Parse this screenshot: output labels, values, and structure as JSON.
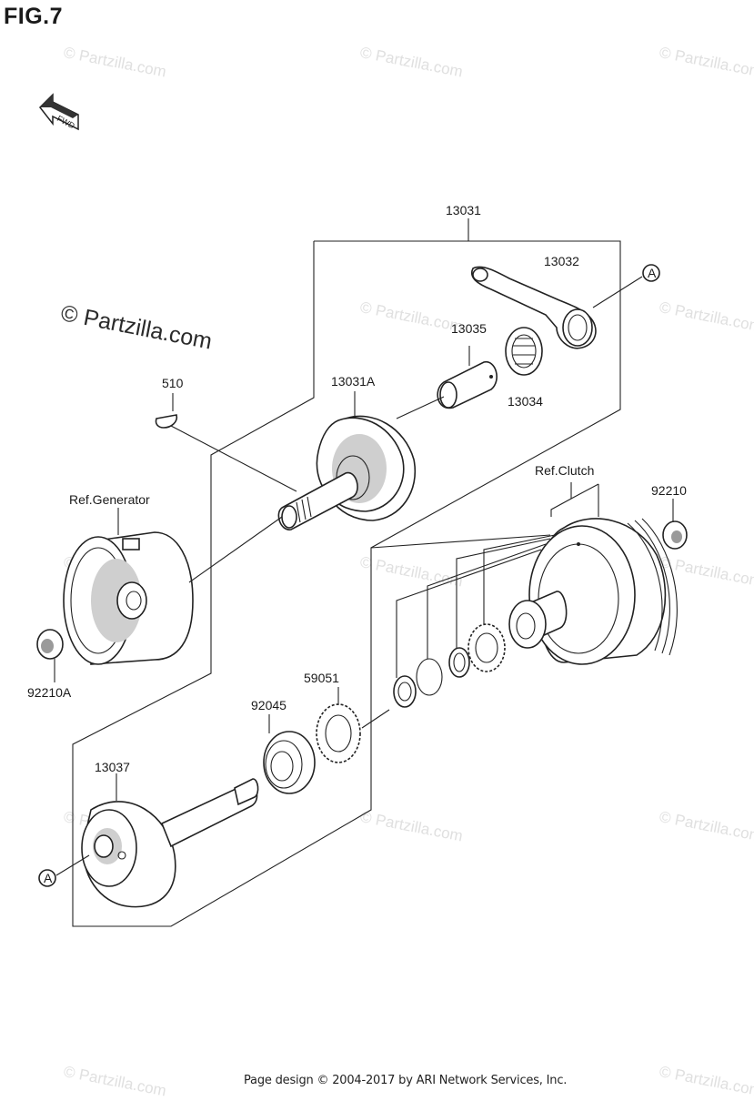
{
  "figure_title": "FIG.7",
  "fwd_label": "FWD",
  "watermark_text": "© Partzilla.com",
  "watermark_small": "© Partzilla.com",
  "footer": "Page design © 2004-2017 by ARI Network Services, Inc.",
  "parts": {
    "p13031": "13031",
    "p13032": "13032",
    "p13035": "13035",
    "p13034": "13034",
    "p13031A": "13031A",
    "p510": "510",
    "ref_generator": "Ref.Generator",
    "ref_clutch": "Ref.Clutch",
    "p92210": "92210",
    "p92210A": "92210A",
    "p59051": "59051",
    "p92045": "92045",
    "p13037": "13037",
    "ref_a_top": "A",
    "ref_a_bottom": "A"
  }
}
